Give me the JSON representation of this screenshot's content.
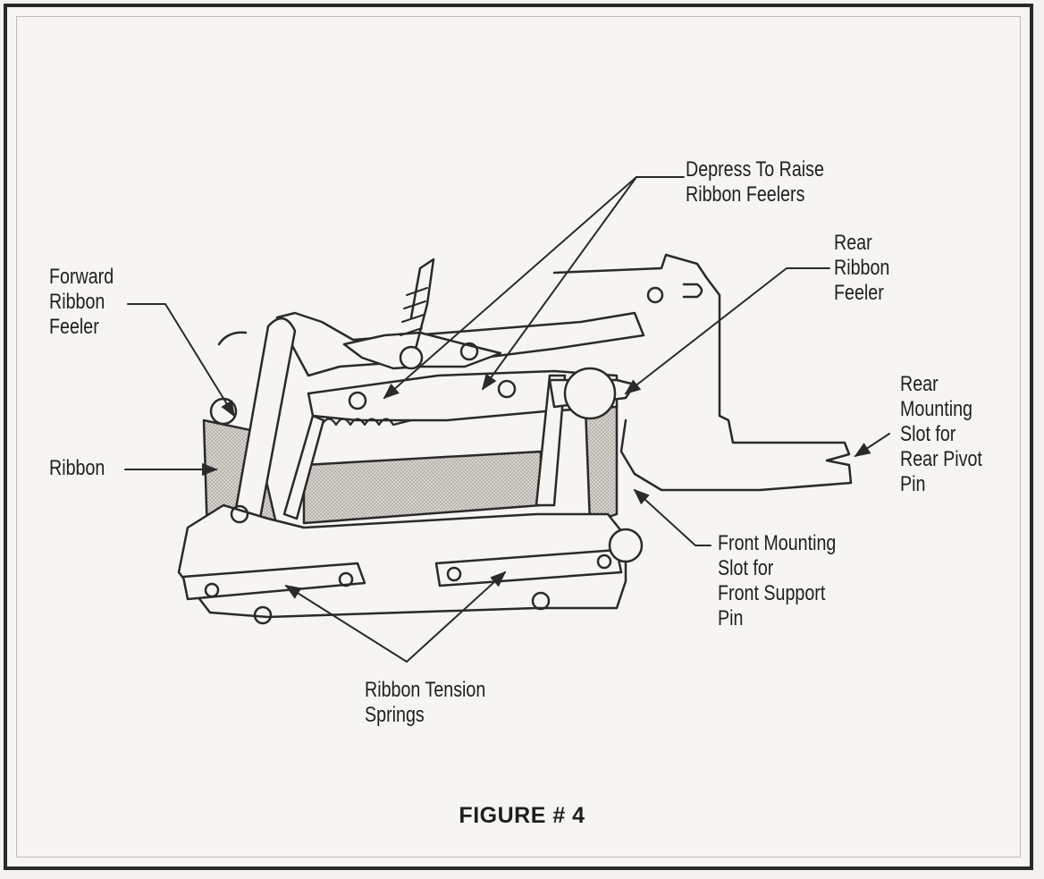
{
  "figure": {
    "caption": "FIGURE # 4",
    "labels": {
      "depress_to_raise": "Depress To Raise\nRibbon Feelers",
      "rear_ribbon_feeler": "Rear\nRibbon\nFeeler",
      "forward_ribbon_feeler": "Forward\nRibbon\nFeeler",
      "ribbon": "Ribbon",
      "rear_mounting_slot": "Rear\nMounting\nSlot for\nRear Pivot\nPin",
      "front_mounting_slot": "Front Mounting\nSlot for\nFront Support\nPin",
      "ribbon_tension_springs": "Ribbon Tension\nSprings"
    }
  },
  "colors": {
    "line": "#2a2a2a",
    "ribbon_fill": "#cfcbc4",
    "paper": "#f6f5f1"
  }
}
